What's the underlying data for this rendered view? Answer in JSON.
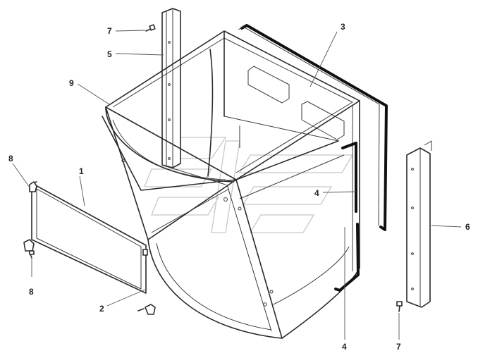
{
  "watermark": "Sᴉ",
  "callouts": [
    {
      "id": "c7a",
      "text": "7"
    },
    {
      "id": "c5",
      "text": "5"
    },
    {
      "id": "c3",
      "text": "3"
    },
    {
      "id": "c9",
      "text": "9"
    },
    {
      "id": "c8a",
      "text": "8"
    },
    {
      "id": "c1",
      "text": "1"
    },
    {
      "id": "c4a",
      "text": "4"
    },
    {
      "id": "c6",
      "text": "6"
    },
    {
      "id": "c8b",
      "text": "8"
    },
    {
      "id": "c2",
      "text": "2"
    },
    {
      "id": "c4b",
      "text": "4"
    },
    {
      "id": "c7b",
      "text": "7"
    }
  ]
}
